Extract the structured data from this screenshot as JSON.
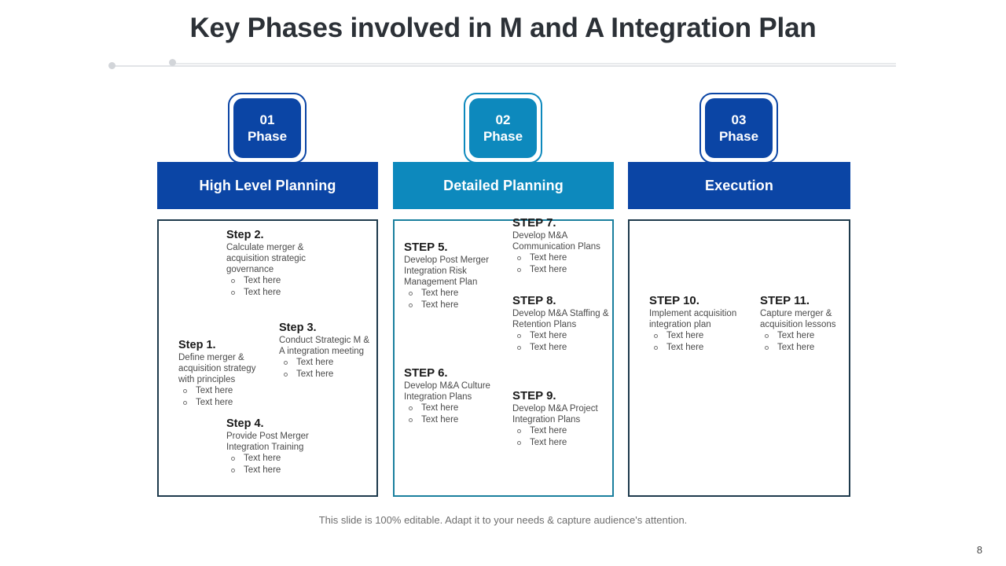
{
  "slide": {
    "title": "Key Phases involved in M and A Integration Plan",
    "footer_note": "This slide is 100% editable. Adapt it to your needs & capture audience's attention.",
    "page_number": "8"
  },
  "colors": {
    "navy": "#0b45a5",
    "teal": "#0d89bd",
    "card_border_navy": "#1e3a4c",
    "card_border_teal": "#1a7f9e",
    "title_text": "#2c3137",
    "body_text": "#4a4a4a"
  },
  "phases": [
    {
      "number": "01",
      "phase_label": "Phase",
      "header": "High Level Planning",
      "steps": [
        {
          "title": "Step 1.",
          "desc": "Define merger & acquisition strategy with principles",
          "bullets": [
            "Text here",
            "Text here"
          ]
        },
        {
          "title": "Step 2.",
          "desc": "Calculate merger & acquisition strategic governance",
          "bullets": [
            "Text here",
            "Text here"
          ]
        },
        {
          "title": "Step 3.",
          "desc": "Conduct Strategic M & A integration meeting",
          "bullets": [
            "Text here",
            "Text here"
          ]
        },
        {
          "title": "Step 4.",
          "desc": "Provide Post Merger Integration Training",
          "bullets": [
            "Text here",
            "Text here"
          ]
        }
      ]
    },
    {
      "number": "02",
      "phase_label": "Phase",
      "header": "Detailed Planning",
      "steps": [
        {
          "title": "STEP 5.",
          "desc": "Develop Post Merger Integration Risk Management Plan",
          "bullets": [
            "Text here",
            "Text here"
          ]
        },
        {
          "title": "STEP 6.",
          "desc": "Develop M&A Culture Integration Plans",
          "bullets": [
            "Text here",
            "Text here"
          ]
        },
        {
          "title": "STEP 7.",
          "desc": "Develop M&A Communication Plans",
          "bullets": [
            "Text here",
            "Text here"
          ]
        },
        {
          "title": "STEP 8.",
          "desc": "Develop M&A  Staffing & Retention Plans",
          "bullets": [
            "Text here",
            "Text here"
          ]
        },
        {
          "title": "STEP 9.",
          "desc": "Develop M&A  Project Integration Plans",
          "bullets": [
            "Text here",
            "Text here"
          ]
        }
      ]
    },
    {
      "number": "03",
      "phase_label": "Phase",
      "header": "Execution",
      "steps": [
        {
          "title": "STEP 10.",
          "desc": "Implement acquisition integration plan",
          "bullets": [
            "Text here",
            "Text here"
          ]
        },
        {
          "title": "STEP 11.",
          "desc": "Capture merger & acquisition lessons",
          "bullets": [
            "Text here",
            "Text here"
          ]
        }
      ]
    }
  ]
}
